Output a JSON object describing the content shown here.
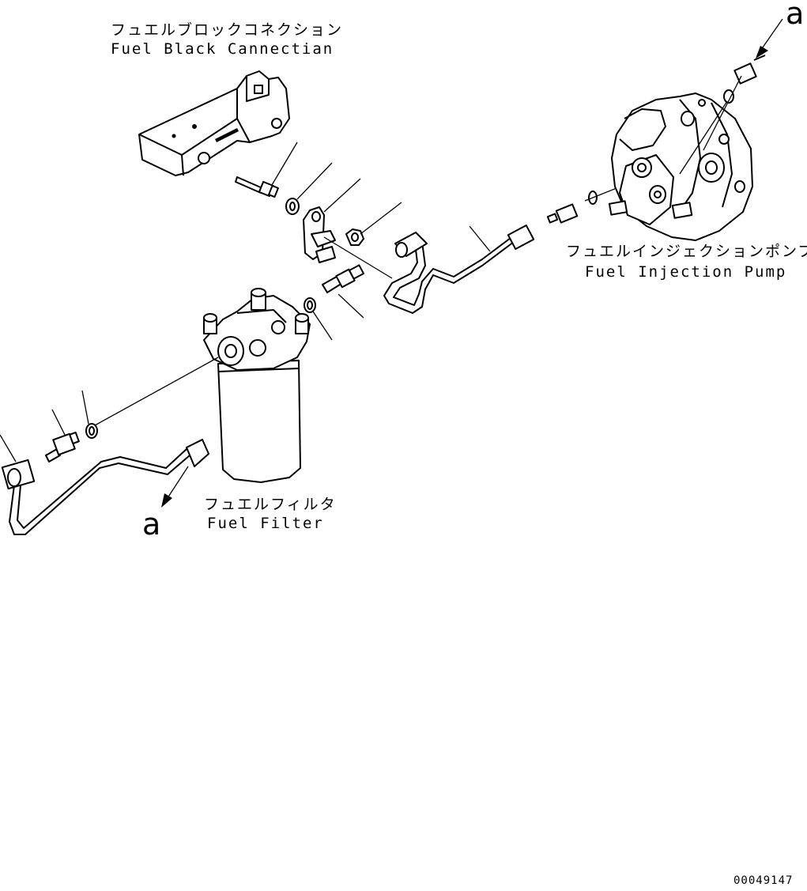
{
  "labels": {
    "fuel_block": {
      "jp": "フュエルブロックコネクション",
      "en": "Fuel Black Cannectian"
    },
    "injection_pump": {
      "jp": "フュエルインジェクションポンプ",
      "en": "Fuel Injection Pump"
    },
    "fuel_filter": {
      "jp": "フュエルフィルタ",
      "en": "Fuel Filter"
    }
  },
  "refs": {
    "top_right": "a",
    "bottom_left": "a"
  },
  "drawing_number": "00049147"
}
